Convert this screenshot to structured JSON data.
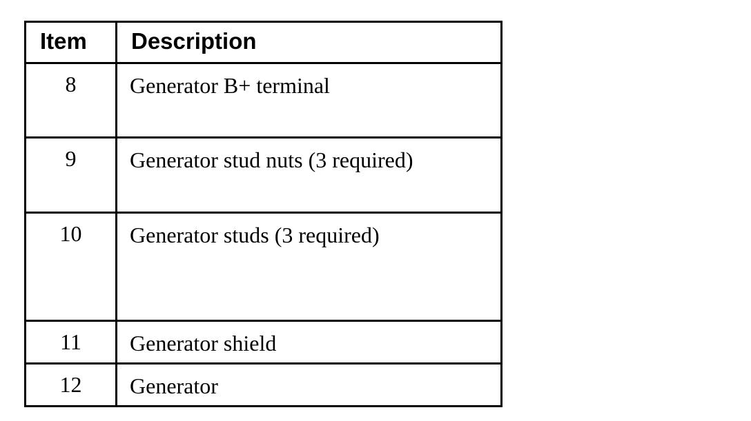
{
  "table": {
    "name": "parts-list-table",
    "columns": [
      {
        "key": "item",
        "label": "Item",
        "align": "center"
      },
      {
        "key": "description",
        "label": "Description",
        "align": "left"
      }
    ],
    "rows": [
      {
        "item": "8",
        "description": "Generator B+ terminal"
      },
      {
        "item": "9",
        "description": "Generator stud nuts (3 required)"
      },
      {
        "item": "10",
        "description": "Generator studs (3 required)"
      },
      {
        "item": "11",
        "description": "Generator shield"
      },
      {
        "item": "12",
        "description": "Generator"
      }
    ]
  },
  "style": {
    "border_color": "#000000",
    "background_color": "#ffffff",
    "text_color": "#000000"
  }
}
